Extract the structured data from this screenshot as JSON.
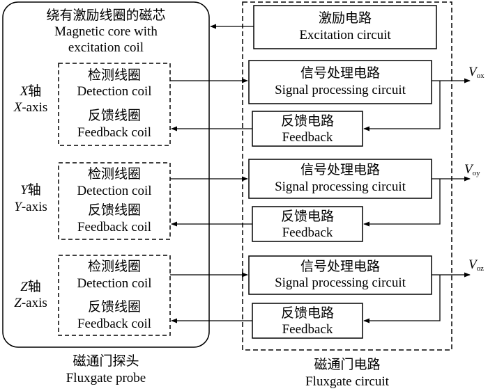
{
  "probe": {
    "core_zh": "绕有激励线圈的磁芯",
    "core_en_1": "Magnetic core with",
    "core_en_2": "excitation coil",
    "caption_zh": "磁通门探头",
    "caption_en": "Fluxgate probe"
  },
  "circuit": {
    "caption_zh": "磁通门电路",
    "caption_en": "Fluxgate circuit",
    "excitation_zh": "激励电路",
    "excitation_en": "Excitation circuit"
  },
  "axes": [
    {
      "letter": "X",
      "zh_suffix": "轴",
      "en_suffix": "-axis",
      "detection_zh": "检测线圈",
      "detection_en": "Detection coil",
      "feedback_coil_zh": "反馈线圈",
      "feedback_coil_en": "Feedback coil",
      "signal_zh": "信号处理电路",
      "signal_en": "Signal processing circuit",
      "feedback_zh": "反馈电路",
      "feedback_en": "Feedback",
      "output_v": "V",
      "output_sub": "ox"
    },
    {
      "letter": "Y",
      "zh_suffix": "轴",
      "en_suffix": "-axis",
      "detection_zh": "检测线圈",
      "detection_en": "Detection coil",
      "feedback_coil_zh": "反馈线圈",
      "feedback_coil_en": "Feedback coil",
      "signal_zh": "信号处理电路",
      "signal_en": "Signal processing circuit",
      "feedback_zh": "反馈电路",
      "feedback_en": "Feedback",
      "output_v": "V",
      "output_sub": "oy"
    },
    {
      "letter": "Z",
      "zh_suffix": "轴",
      "en_suffix": "-axis",
      "detection_zh": "检测线圈",
      "detection_en": "Detection coil",
      "feedback_coil_zh": "反馈线圈",
      "feedback_coil_en": "Feedback coil",
      "signal_zh": "信号处理电路",
      "signal_en": "Signal processing circuit",
      "feedback_zh": "反馈电路",
      "feedback_en": "Feedback",
      "output_v": "V",
      "output_sub": "oz"
    }
  ]
}
